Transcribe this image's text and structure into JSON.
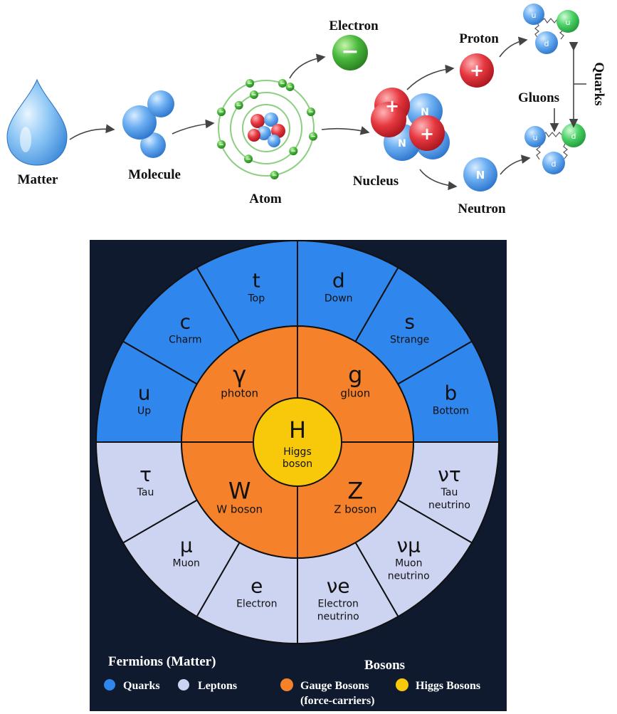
{
  "colors": {
    "quark": "#2f86ec",
    "lepton": "#cdd4f2",
    "gauge": "#f5822a",
    "higgs": "#f8c90a",
    "panel_bg": "#0f1a2e",
    "proton": "#e63840",
    "neutron": "#3f8ee8",
    "electron": "#48b83c",
    "green_quark": "#4cd167"
  },
  "chain": {
    "matter": "Matter",
    "molecule": "Molecule",
    "atom": "Atom",
    "electron": "Electron",
    "nucleus": "Nucleus",
    "proton": "Proton",
    "neutron": "Neutron",
    "gluons": "Gluons",
    "quarks": "Quarks",
    "glyphs": {
      "plus": "+",
      "minus": "−",
      "n": "N",
      "u": "u",
      "d": "d"
    }
  },
  "standard_model": {
    "quarks": [
      {
        "symbol": "u",
        "name": "Up"
      },
      {
        "symbol": "c",
        "name": "Charm"
      },
      {
        "symbol": "t",
        "name": "Top"
      },
      {
        "symbol": "d",
        "name": "Down"
      },
      {
        "symbol": "s",
        "name": "Strange"
      },
      {
        "symbol": "b",
        "name": "Bottom"
      }
    ],
    "leptons": [
      {
        "symbol": "ντ",
        "name": "Tau neutrino"
      },
      {
        "symbol": "νμ",
        "name": "Muon neutrino"
      },
      {
        "symbol": "νe",
        "name": "Electron neutrino"
      },
      {
        "symbol": "e",
        "name": "Electron"
      },
      {
        "symbol": "μ",
        "name": "Muon"
      },
      {
        "symbol": "τ",
        "name": "Tau"
      }
    ],
    "gauge": [
      {
        "symbol": "γ",
        "name": "photon"
      },
      {
        "symbol": "g",
        "name": "gluon"
      },
      {
        "symbol": "Z",
        "name": "Z boson"
      },
      {
        "symbol": "W",
        "name": "W boson"
      }
    ],
    "higgs": {
      "symbol": "H",
      "name_line1": "Higgs",
      "name_line2": "boson"
    }
  },
  "legend": {
    "fermions_title": "Fermions (Matter)",
    "bosons_title": "Bosons",
    "quarks": "Quarks",
    "leptons": "Leptons",
    "gauge_line1": "Gauge Bosons",
    "gauge_line2": "(force-carriers)",
    "higgs": "Higgs Bosons"
  }
}
